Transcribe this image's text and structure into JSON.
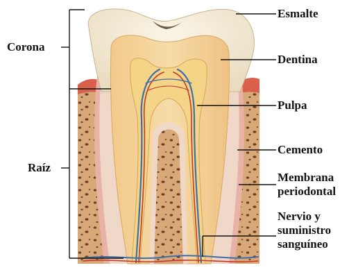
{
  "labels": {
    "esmalte": "Esmalte",
    "dentina": "Dentina",
    "pulpa": "Pulpa",
    "cemento": "Cemento",
    "membrana_1": "Membrana",
    "membrana_2": "periodontal",
    "nervio_1": "Nervio y",
    "nervio_2": "suministro",
    "nervio_3": "sanguíneo",
    "corona": "Corona",
    "raiz": "Raíz"
  },
  "colors": {
    "enamel": "#f4ead2",
    "dentin": "#efc88a",
    "pulp": "#f3cf7c",
    "bone": "#d9a878",
    "gum": "#d9604a",
    "nerve": "#3f6fa8",
    "vessel": "#c0392b"
  }
}
